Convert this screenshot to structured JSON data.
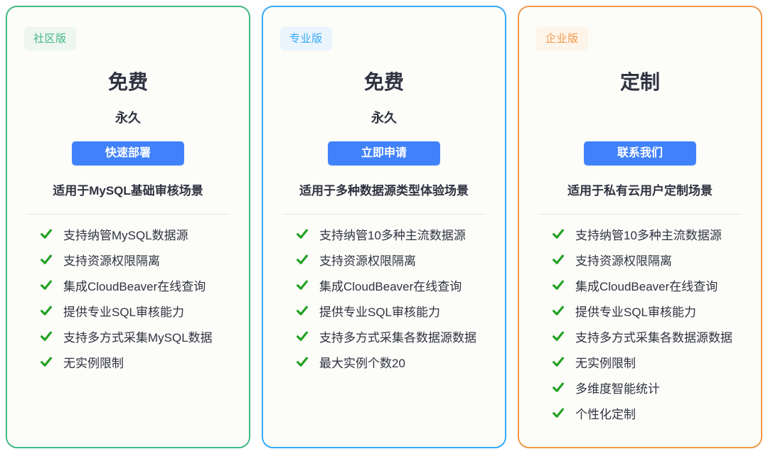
{
  "colors": {
    "button_bg": "#4182fa",
    "button_text": "#ffffff",
    "check": "#21a121",
    "text": "#303133",
    "divider": "#e7e7e7",
    "card_bg": "#fcfcf9",
    "page_bg": "#ffffff"
  },
  "cards": [
    {
      "badge": "社区版",
      "title": "免费",
      "subtitle": "永久",
      "button_label": "快速部署",
      "description": "适用于MySQL基础审核场景",
      "accent": "#42b983",
      "badge_bg": "#eef6f1",
      "features": [
        "支持纳管MySQL数据源",
        "支持资源权限隔离",
        "集成CloudBeaver在线查询",
        "提供专业SQL审核能力",
        "支持多方式采集MySQL数据",
        "无实例限制"
      ]
    },
    {
      "badge": "专业版",
      "title": "免费",
      "subtitle": "永久",
      "button_label": "立即申请",
      "description": "适用于多种数据源类型体验场景",
      "accent": "#38a8f8",
      "badge_bg": "#e9f4fd",
      "features": [
        "支持纳管10多种主流数据源",
        "支持资源权限隔离",
        "集成CloudBeaver在线查询",
        "提供专业SQL审核能力",
        "支持多方式采集各数据源数据",
        "最大实例个数20"
      ]
    },
    {
      "badge": "企业版",
      "title": "定制",
      "subtitle": "",
      "button_label": "联系我们",
      "description": "适用于私有云用户定制场景",
      "accent": "#f2994a",
      "badge_bg": "#fdf4ea",
      "features": [
        "支持纳管10多种主流数据源",
        "支持资源权限隔离",
        "集成CloudBeaver在线查询",
        "提供专业SQL审核能力",
        "支持多方式采集各数据源数据",
        "无实例限制",
        "多维度智能统计",
        "个性化定制"
      ]
    }
  ]
}
